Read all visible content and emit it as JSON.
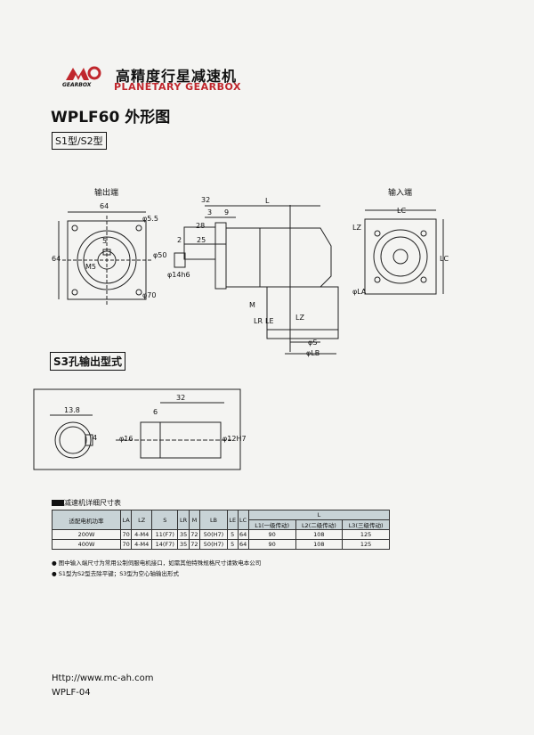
{
  "brand": {
    "cn": "高精度行星减速机",
    "en": "PLANETARY GEARBOX",
    "logo_text": "GEARBOX"
  },
  "title": "WPLF60 外形图",
  "type_tag": "S1型/S2型",
  "views": {
    "output_end": "输出端",
    "input_end": "输入端",
    "output_dims": {
      "w": "64",
      "hole": "φ5.5",
      "h": "64",
      "key": "5",
      "tap": "M5",
      "pcd": "φ70"
    },
    "side_dims": {
      "d32": "32",
      "d3": "3",
      "d9": "9",
      "d28": "28",
      "d2": "2",
      "d25": "25",
      "L": "L",
      "shaft": "φ14h6",
      "pilot": "φ50",
      "M": "M",
      "LR": "LR",
      "LE": "LE",
      "S": "φS",
      "LB": "φLB",
      "LZ": "LZ"
    },
    "input_dims": {
      "lc_top": "LC",
      "lc_side": "LC",
      "lz": "LZ",
      "la": "φLA"
    }
  },
  "s3_title": "S3孔输出型式",
  "s3_dims": {
    "d13": "13.8",
    "d4": "4",
    "d6": "6",
    "d32": "32",
    "bore": "φ16",
    "fit": "φ12H7"
  },
  "table": {
    "title": "减速机详细尺寸表",
    "headers": [
      "适配电机功率",
      "LA",
      "LZ",
      "S",
      "LR",
      "M",
      "LB",
      "LE",
      "LC",
      "L"
    ],
    "sub_headers": [
      "L1(一级传动)",
      "L2(二级传动)",
      "L3(三级传动)"
    ],
    "rows": [
      [
        "200W",
        "70",
        "4-M4",
        "11(F7)",
        "35",
        "72",
        "50(H7)",
        "5",
        "64",
        "90",
        "108",
        "125"
      ],
      [
        "400W",
        "70",
        "4-M4",
        "14(F7)",
        "35",
        "72",
        "50(H7)",
        "5",
        "64",
        "90",
        "108",
        "125"
      ]
    ]
  },
  "notes": [
    "图中输入端尺寸为常用公制伺服电机接口，如需其他特殊规格尺寸请致电本公司",
    "S1型为S2型去除平键；S3型为空心轴输出形式"
  ],
  "footer": {
    "url": "Http://www.mc-ah.com",
    "code": "WPLF-04"
  }
}
